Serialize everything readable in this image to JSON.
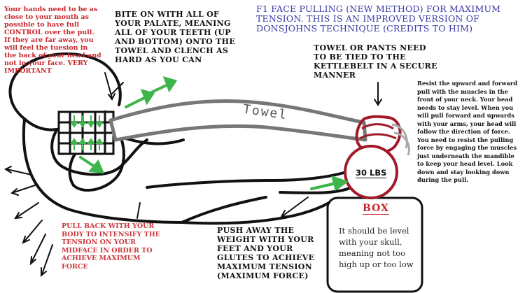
{
  "title": "F1 FACE PULLING (NEW METHOD) FOR MAXIMUM TENSION. THIS IS AN IMPROVED VERSION OF DONSJOHNS TECHNIQUE (CREDITS TO HIM)",
  "notes": {
    "hands": "Your hands need to be as close to your mouth as possible to have full CONTROL over the pull. If they are far away, you will feel the tuesion in the back of your head and not in your face. VERY IMPORTANT",
    "bite": "BITE ON WITH ALL OF YOUR PALATE, MEANING ALL OF YOUR TEETH (UP AND BOTTOM) ONTO THE TOWEL AND CLENCH AS HARD AS YOU CAN",
    "towel_tied": "TOWEL OR PANTS NEED TO BE TIED TO THE KETTLEBELT IN A SECURE MANNER",
    "resist": "Resist the upward and forward pull with the muscles in the front of your neck. Your head needs to stay level. When you will pull forward and upwards with your arms, your head will follow the direction of force. You need to resist the pulling force by engaging the muscles just underneath the mandible to keep your head level. Look down and stay looking down during the pull.",
    "pull_back": "PULL BACK WITH YOUR BODY TO INTENSIFY THE TENSION ON YOUR MIDFACE IN ORDER TO ACHIEVE MAXIMUM FORCE",
    "push_away": "PUSH AWAY THE WEIGHT WITH YOUR FEET AND YOUR GLUTES TO ACHIEVE MAXIMUM TENSION (MAXIMUM FORCE)"
  },
  "labels": {
    "towel": "Towel",
    "weight": "30 LBS",
    "box_title": "BOX",
    "box_note": "It should be level with your skull, meaning not too high up or too low"
  },
  "colors": {
    "red_text": "#c8262b",
    "title_blue": "#3a3aa8",
    "arrow_green": "#3db54a",
    "kettlebell_red": "#a01a2a",
    "ink": "#111111"
  }
}
